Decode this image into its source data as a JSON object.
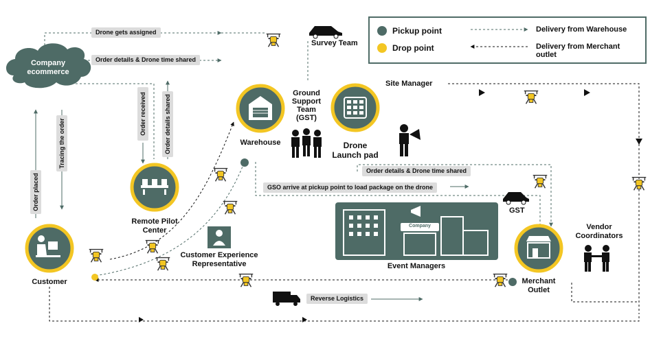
{
  "colors": {
    "teal": "#4e6b66",
    "gold": "#f3c623",
    "pill": "#dcdcdc",
    "ink": "#111111"
  },
  "legend": {
    "pickup_label": "Pickup point",
    "drop_label": "Drop point",
    "from_warehouse_label": "Delivery from Warehouse",
    "from_merchant_label": "Delivery from Merchant outlet"
  },
  "nodes": {
    "company": "Company ecommerce",
    "survey_team": "Survey Team",
    "warehouse": "Warehouse",
    "gst_team": "Ground Support Team (GST)",
    "launch_pad": "Drone Launch pad",
    "site_manager": "Site Manager",
    "remote_pilot": "Remote Pilot Center",
    "customer": "Customer",
    "cx_rep": "Customer Experience Representative",
    "event_managers": "Event Managers",
    "gst": "GST",
    "vendor": "Vendor Coordinators",
    "merchant": "Merchant Outlet",
    "company_sign": "Company"
  },
  "flows": {
    "drone_assigned": "Drone gets assigned",
    "order_details_company": "Order details & Drone time shared",
    "order_details_site": "Order details & Drone time shared",
    "gso_arrive": "GSO arrive at pickup point to load package on the drone",
    "reverse_logistics": "Reverse Logistics",
    "order_received": "Order received",
    "order_details_shared": "Order details shared",
    "tracing": "Tracing the order",
    "order_placed": "Order placed"
  }
}
